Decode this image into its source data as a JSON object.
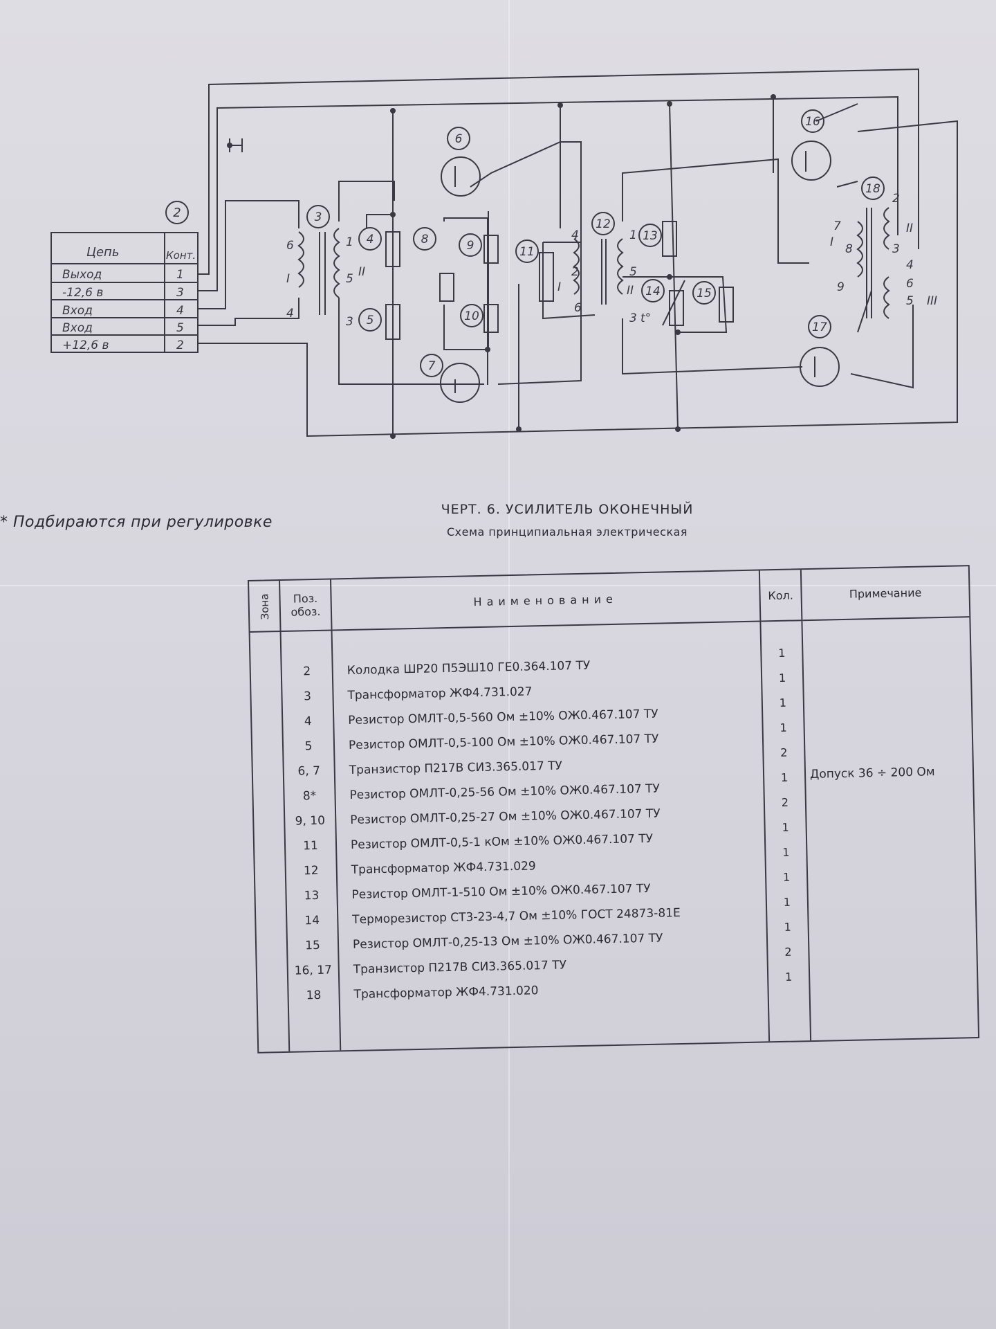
{
  "schematic": {
    "connector_label": "2",
    "connector_header": {
      "circuit": "Цепь",
      "contact": "Конт."
    },
    "connector_rows": [
      {
        "circuit": "Выход",
        "contact": "1"
      },
      {
        "circuit": "-12,6 в",
        "contact": "3"
      },
      {
        "circuit": "Вход",
        "contact": "4"
      },
      {
        "circuit": "Вход",
        "contact": "5"
      },
      {
        "circuit": "+12,6 в",
        "contact": "2"
      }
    ],
    "component_labels": [
      "3",
      "4",
      "5",
      "6",
      "7",
      "8",
      "9",
      "10",
      "11",
      "12",
      "13",
      "14",
      "15",
      "16",
      "17",
      "18"
    ],
    "winding_labels": {
      "t3": {
        "w1": "6",
        "w2": "4",
        "w3": "1",
        "w4": "5",
        "w5": "3",
        "prim": "I",
        "sec": "II"
      },
      "t12": {
        "w1": "4",
        "w2": "2",
        "w3": "6",
        "w4": "1",
        "w5": "5",
        "w6": "3",
        "prim": "I",
        "sec": "II",
        "therm": "t°"
      },
      "t18": {
        "w1": "7",
        "w2": "8",
        "w3": "9",
        "w4": "2",
        "w5": "3",
        "w6": "4",
        "w7": "6",
        "w8": "5",
        "prim": "I",
        "sec": "II",
        "ter": "III"
      }
    }
  },
  "caption": {
    "title": "ЧЕРТ. 6. УСИЛИТЕЛЬ ОКОНЕЧНЫЙ",
    "subtitle": "Схема принципиальная электрическая"
  },
  "note": "* Подбираются при регулировке",
  "table": {
    "headers": {
      "zone": "Зона",
      "pos": "Поз. обоз.",
      "name": "Наименование",
      "qty": "Кол.",
      "remark": "Примечание"
    },
    "rows": [
      {
        "pos": "2",
        "name": "Колодка ШР20 П5ЭШ10 ГЕ0.364.107 ТУ",
        "qty": "1",
        "remark": ""
      },
      {
        "pos": "3",
        "name": "Трансформатор ЖФ4.731.027",
        "qty": "1",
        "remark": ""
      },
      {
        "pos": "4",
        "name": "Резистор ОМЛТ-0,5-560 Ом ±10% ОЖ0.467.107 ТУ",
        "qty": "1",
        "remark": ""
      },
      {
        "pos": "5",
        "name": "Резистор ОМЛТ-0,5-100 Ом ±10% ОЖ0.467.107 ТУ",
        "qty": "1",
        "remark": ""
      },
      {
        "pos": "6, 7",
        "name": "Транзистор П217В СИ3.365.017 ТУ",
        "qty": "2",
        "remark": ""
      },
      {
        "pos": "8*",
        "name": "Резистор ОМЛТ-0,25-56 Ом ±10% ОЖ0.467.107 ТУ",
        "qty": "1",
        "remark": "Допуск 36 ÷ 200 Ом"
      },
      {
        "pos": "9, 10",
        "name": "Резистор ОМЛТ-0,25-27 Ом ±10% ОЖ0.467.107 ТУ",
        "qty": "2",
        "remark": ""
      },
      {
        "pos": "11",
        "name": "Резистор ОМЛТ-0,5-1 кОм ±10% ОЖ0.467.107 ТУ",
        "qty": "1",
        "remark": ""
      },
      {
        "pos": "12",
        "name": "Трансформатор ЖФ4.731.029",
        "qty": "1",
        "remark": ""
      },
      {
        "pos": "13",
        "name": "Резистор ОМЛТ-1-510 Ом ±10% ОЖ0.467.107 ТУ",
        "qty": "1",
        "remark": ""
      },
      {
        "pos": "14",
        "name": "Терморезистор СТ3-23-4,7 Ом ±10% ГОСТ 24873-81Е",
        "qty": "1",
        "remark": ""
      },
      {
        "pos": "15",
        "name": "Резистор ОМЛТ-0,25-13 Ом ±10% ОЖ0.467.107 ТУ",
        "qty": "1",
        "remark": ""
      },
      {
        "pos": "16, 17",
        "name": "Транзистор П217В СИ3.365.017 ТУ",
        "qty": "2",
        "remark": ""
      },
      {
        "pos": "18",
        "name": "Трансформатор ЖФ4.731.020",
        "qty": "1",
        "remark": ""
      }
    ]
  }
}
